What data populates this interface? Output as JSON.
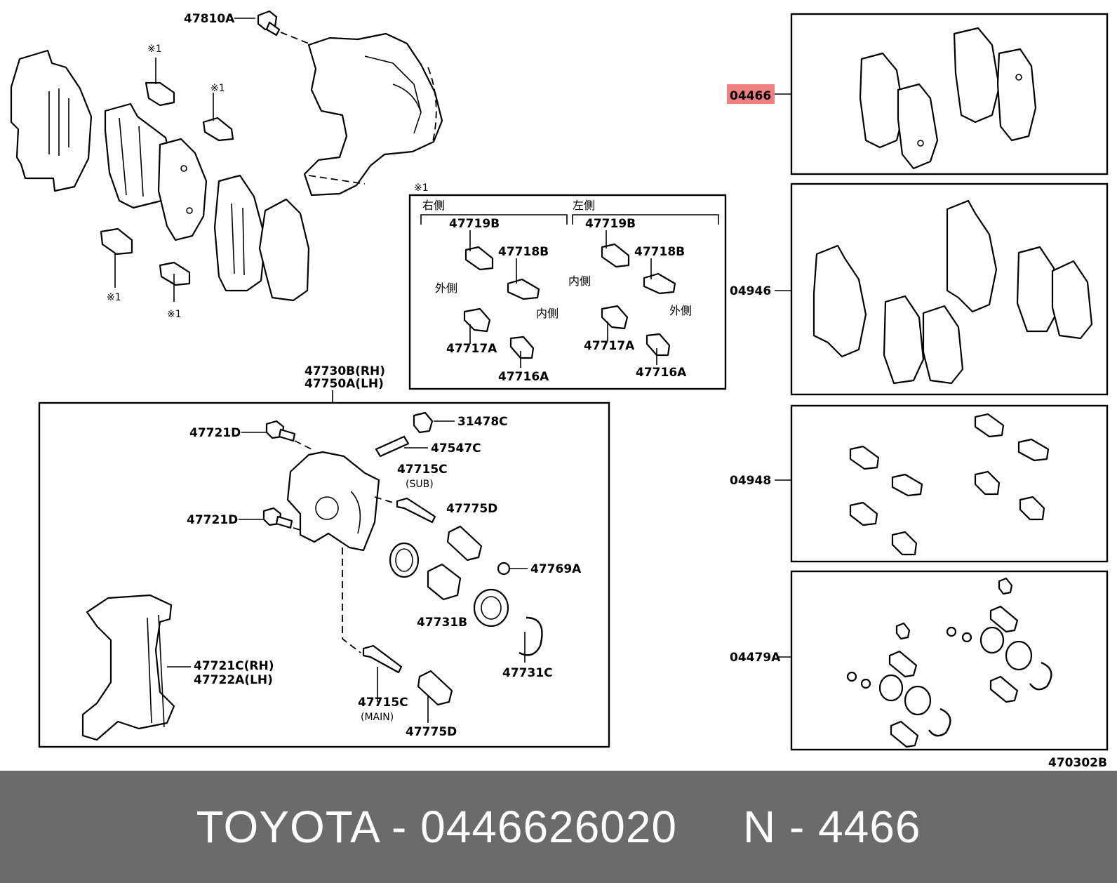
{
  "labels": {
    "p47810A": "47810A",
    "p04466": "04466",
    "p04946": "04946",
    "p04948": "04948",
    "p04479A": "04479A",
    "note1": "※1",
    "migigawa": "右側",
    "hidarigawa": "左側",
    "sotogawa": "外側",
    "uchigawa": "内側",
    "p47719B": "47719B",
    "p47718B": "47718B",
    "p47717A": "47717A",
    "p47716A": "47716A",
    "p47730B": "47730B(RH)",
    "p47750A": "47750A(LH)",
    "p47721D": "47721D",
    "p31478C": "31478C",
    "p47547C": "47547C",
    "p47715C": "47715C",
    "sub": "(SUB)",
    "main": "(MAIN)",
    "p47775D": "47775D",
    "p47769A": "47769A",
    "p47731B": "47731B",
    "p47731C": "47731C",
    "p47721C": "47721C(RH)",
    "p47722A": "47722A(LH)",
    "diagram_code": "470302B"
  },
  "highlight_color": "#f08080",
  "footer": {
    "text": "TOYOTA - 0446626020     N - 4466"
  }
}
